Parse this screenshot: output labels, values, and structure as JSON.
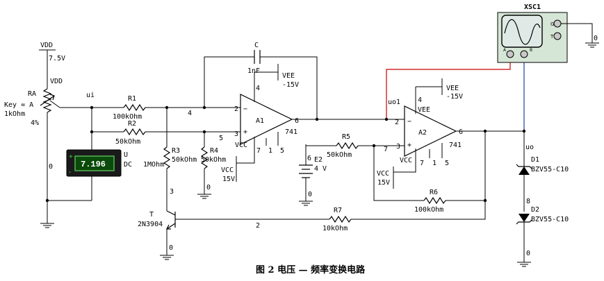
{
  "caption": "图 2  电压 — 频率变换电路",
  "vdd": {
    "label": "VDD",
    "value": "7.5V"
  },
  "pot_ra": {
    "name": "RA",
    "vdd_label": "VDD",
    "key": "Key = A",
    "resistance": "1kOhm",
    "setting": "4%"
  },
  "net_labels": {
    "ui": "ui",
    "uo1": "uo1",
    "uo": "uo"
  },
  "meter": {
    "name": "U",
    "mode": "DC",
    "reading": "7.196",
    "plus": "+",
    "minus": "-"
  },
  "capacitor": {
    "name": "C",
    "value": "1nF"
  },
  "resistors": {
    "r1": {
      "name": "R1",
      "value": "100kOhm"
    },
    "r2": {
      "name": "R2",
      "value": "50kOhm"
    },
    "r3": {
      "name": "R3",
      "value": "1MOhm"
    },
    "r4": {
      "name": "R4",
      "value": "50kOhm"
    },
    "r3_extra": "50kOhm",
    "r5": {
      "name": "R5",
      "value": "50kOhm"
    },
    "r6": {
      "name": "R6",
      "value": "100kOhm"
    },
    "r7": {
      "name": "R7",
      "value": "10kOhm"
    }
  },
  "opamp_a1": {
    "name": "A1",
    "model": "741",
    "vee_label": "VEE",
    "vee_value": "-15V",
    "vcc_label": "VCC",
    "vcc_value": "15V",
    "pin4": "4",
    "pin2": "2",
    "pin3": "3",
    "pin6": "6",
    "pin7": "7",
    "pin1": "1",
    "pin5": "5"
  },
  "opamp_a2": {
    "name": "A2",
    "model": "741",
    "vee_label": "VEE",
    "vee_value": "-15V",
    "vcc_label": "VCC",
    "vcc_value": "15V",
    "pin4": "4",
    "pin2": "2",
    "pin3": "3",
    "pin6": "6",
    "pin7": "7",
    "pin1": "1",
    "pin5": "5"
  },
  "battery": {
    "name": "E2",
    "value": "4 V",
    "node": "6",
    "ground_node": "0"
  },
  "transistor": {
    "name": "T",
    "model": "2N3904"
  },
  "diodes": {
    "d1": {
      "name": "D1",
      "model": "BZV55-C10"
    },
    "d2": {
      "name": "D2",
      "model": "BZV55-C10"
    }
  },
  "scope": {
    "name": "XSC1",
    "g": "G",
    "t": "T",
    "a": "A",
    "b": "B",
    "ground_node": "0"
  },
  "node_numbers": {
    "n4": "4",
    "n5": "5",
    "n0_left": "0",
    "n3": "3",
    "n0_r4": "0",
    "n0_t": "0",
    "n2": "2",
    "n7": "7",
    "n8": "8",
    "n0_diode": "0"
  },
  "colors": {
    "probe_a_wire": "#c80000",
    "probe_b_wire": "#1d3fa0",
    "meter_display": "#0a4a0a",
    "meter_case": "#222222"
  }
}
